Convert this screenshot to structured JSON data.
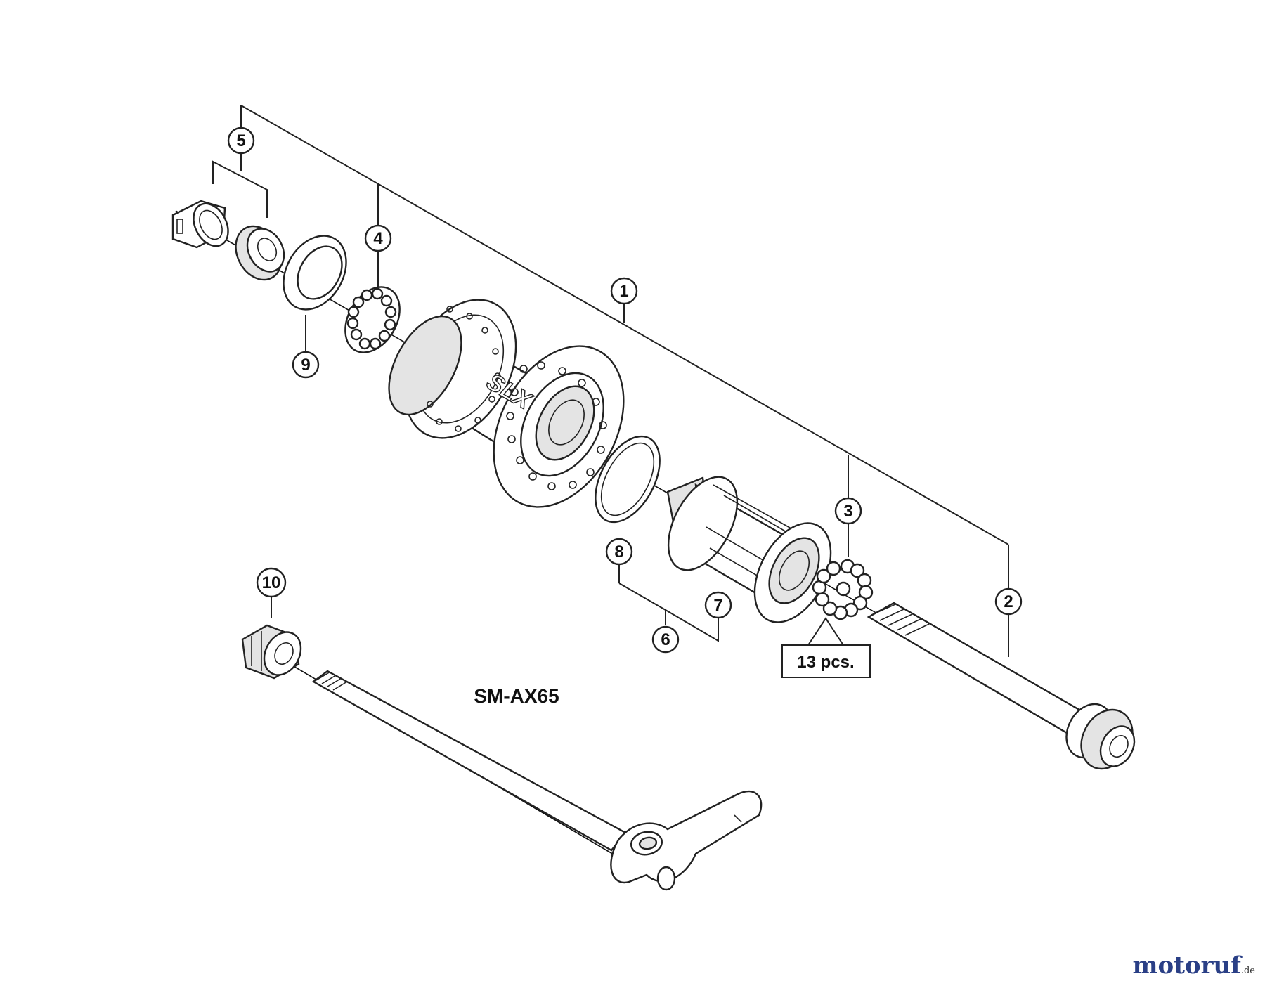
{
  "callouts": [
    {
      "id": "1",
      "text": "1"
    },
    {
      "id": "2",
      "text": "2"
    },
    {
      "id": "3",
      "text": "3"
    },
    {
      "id": "4",
      "text": "4"
    },
    {
      "id": "5",
      "text": "5"
    },
    {
      "id": "6",
      "text": "6"
    },
    {
      "id": "7",
      "text": "7"
    },
    {
      "id": "8",
      "text": "8"
    },
    {
      "id": "9",
      "text": "9"
    },
    {
      "id": "10",
      "text": "10"
    }
  ],
  "qty_label": "13 pcs.",
  "model_label": "SM-AX65",
  "hub_logo": "SLX",
  "watermark": {
    "main": "motoruf",
    "suffix": ".de"
  },
  "colors": {
    "line": "#222222",
    "watermark_blue": "#2a3f86",
    "watermark_red": "#c0392b"
  }
}
